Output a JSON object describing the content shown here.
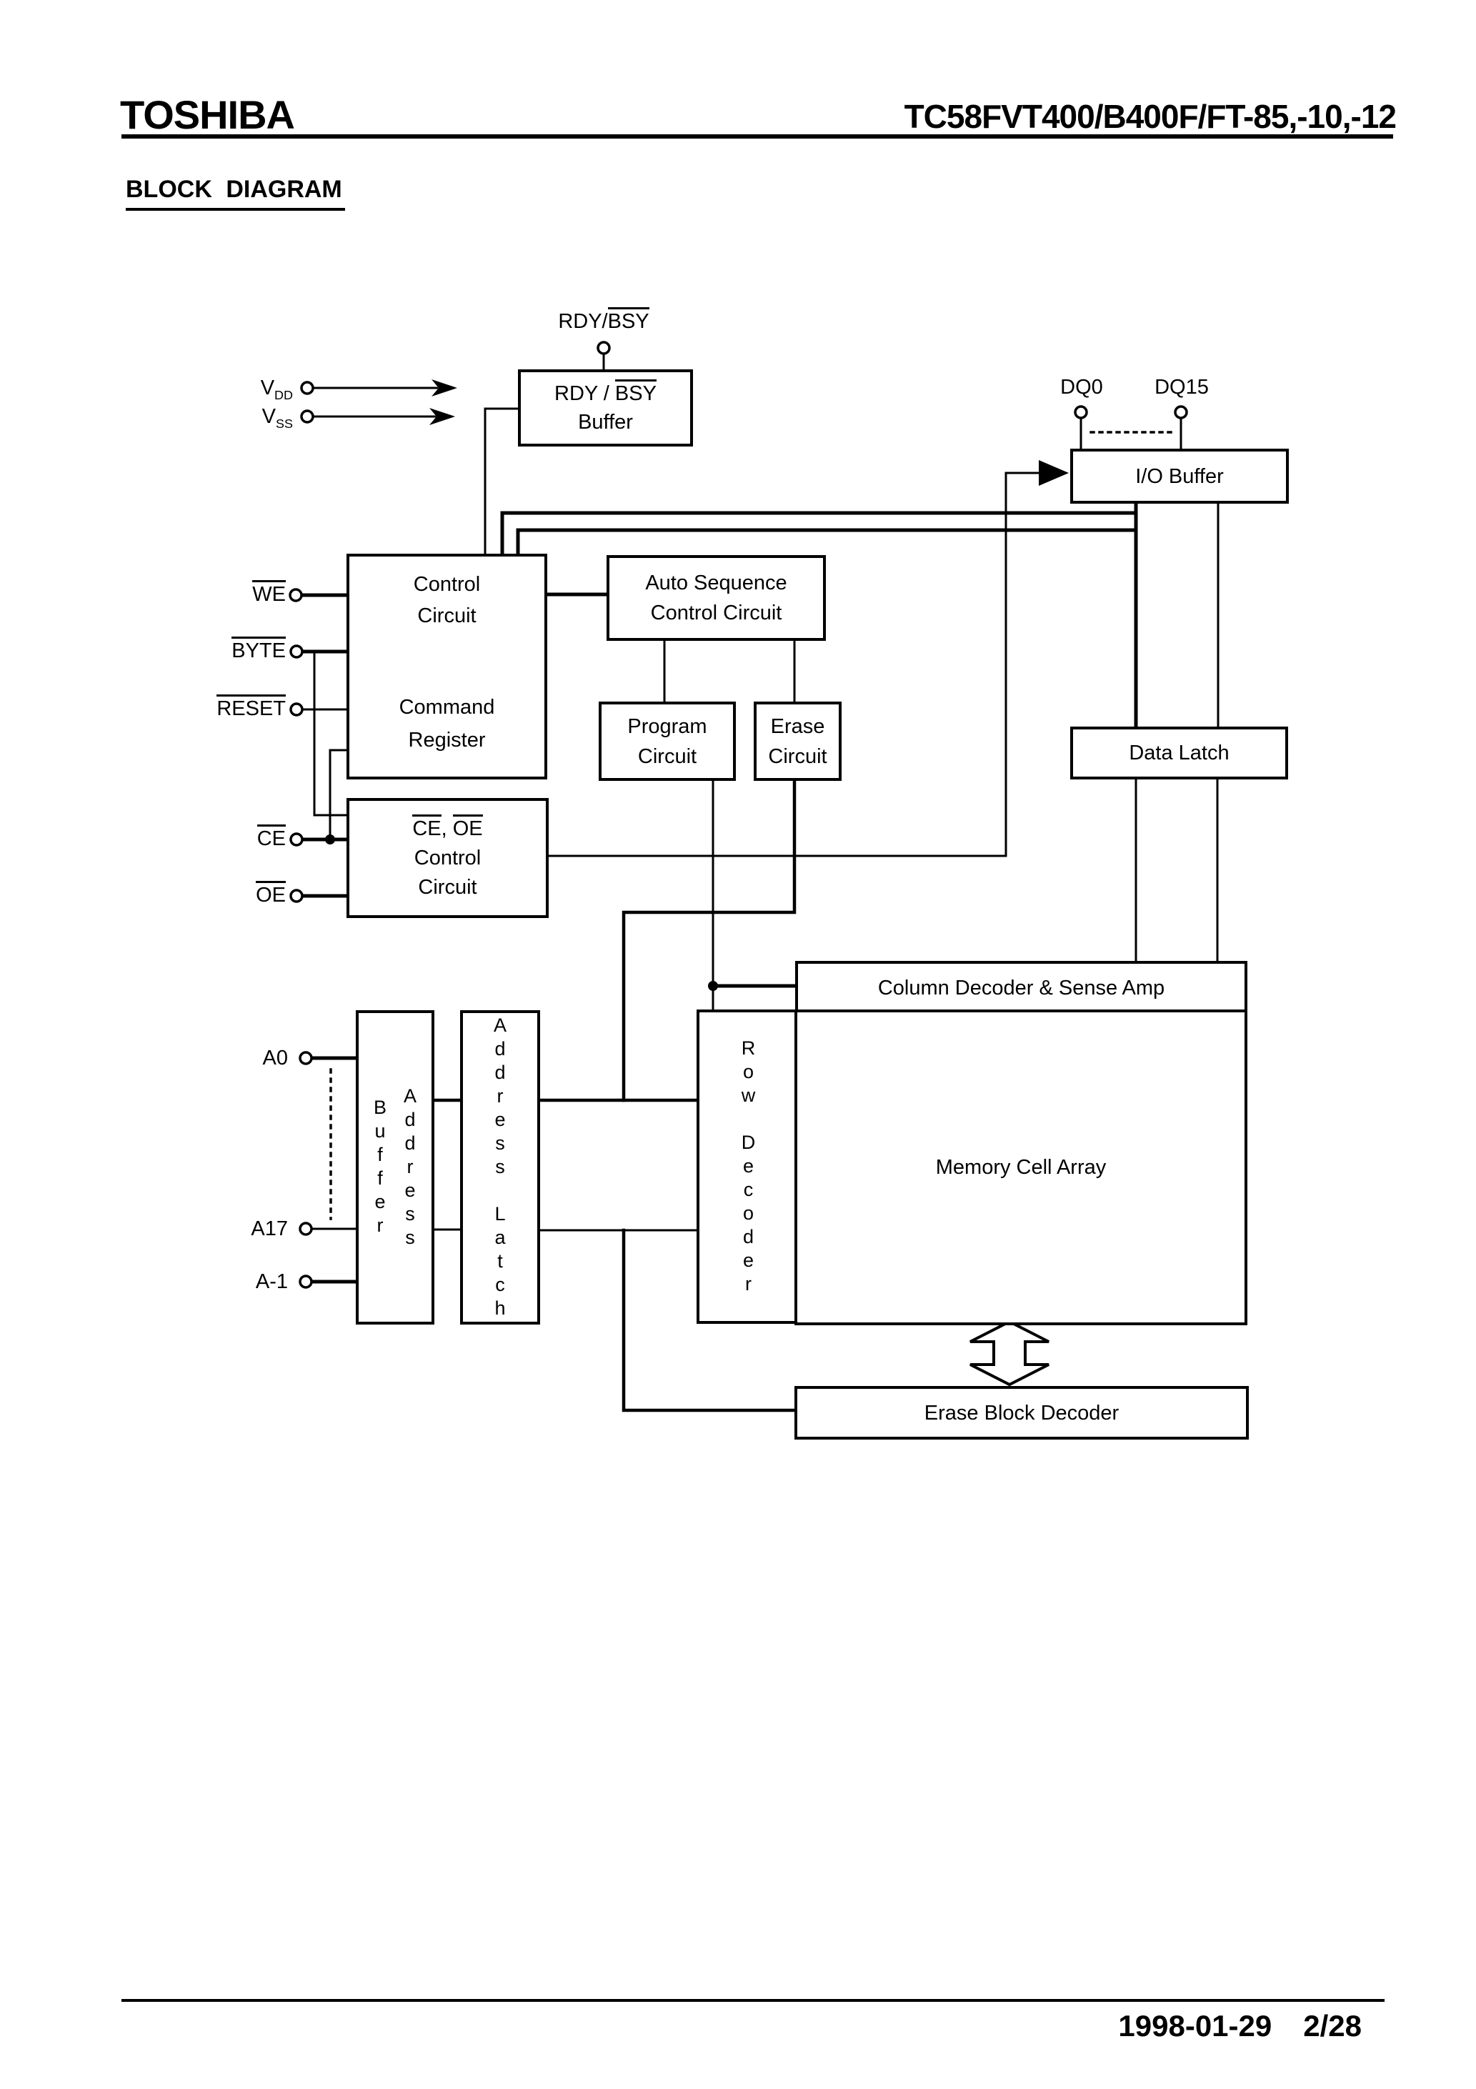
{
  "header": {
    "brand": "TOSHIBA",
    "part_number": "TC58FVT400/B400F/FT-85,-10,-12"
  },
  "section_title": "BLOCK DIAGRAM",
  "terminals": {
    "rdy_bsy_pre": "RDY/",
    "rdy_bsy_bar": "BSY",
    "v": "V",
    "vdd_sub": "DD",
    "vss_sub": "SS",
    "dq0": "DQ0",
    "dq15": "DQ15",
    "we": "WE",
    "byte": "BYTE",
    "reset": "RESET",
    "ce": "CE",
    "oe": "OE",
    "a0": "A0",
    "a17": "A17",
    "a_minus1": "A-1"
  },
  "blocks": {
    "rdy_buffer": {
      "line1_pre": "RDY / ",
      "line1_bar": "BSY",
      "line2": "Buffer"
    },
    "io_buffer": "I/O Buffer",
    "control": {
      "line1": "Control",
      "line2": "Circuit",
      "line3": "Command",
      "line4": "Register"
    },
    "auto_seq": {
      "line1": "Auto Sequence",
      "line2": "Control Circuit"
    },
    "program": {
      "line1": "Program",
      "line2": "Circuit"
    },
    "erase": {
      "line1": "Erase",
      "line2": "Circuit"
    },
    "data_latch": "Data Latch",
    "ce_oe": {
      "bar1": "CE",
      "sep": ", ",
      "bar2": "OE",
      "line2": "Control",
      "line3": "Circuit"
    },
    "column_decoder": "Column Decoder & Sense Amp",
    "row_decoder": "Row Decoder",
    "memory": "Memory Cell Array",
    "address_buffer": "Address Buffer",
    "address_latch": "Address Latch",
    "erase_block_decoder": "Erase Block Decoder"
  },
  "footer": {
    "date": "1998-01-29",
    "page": "2/28"
  }
}
